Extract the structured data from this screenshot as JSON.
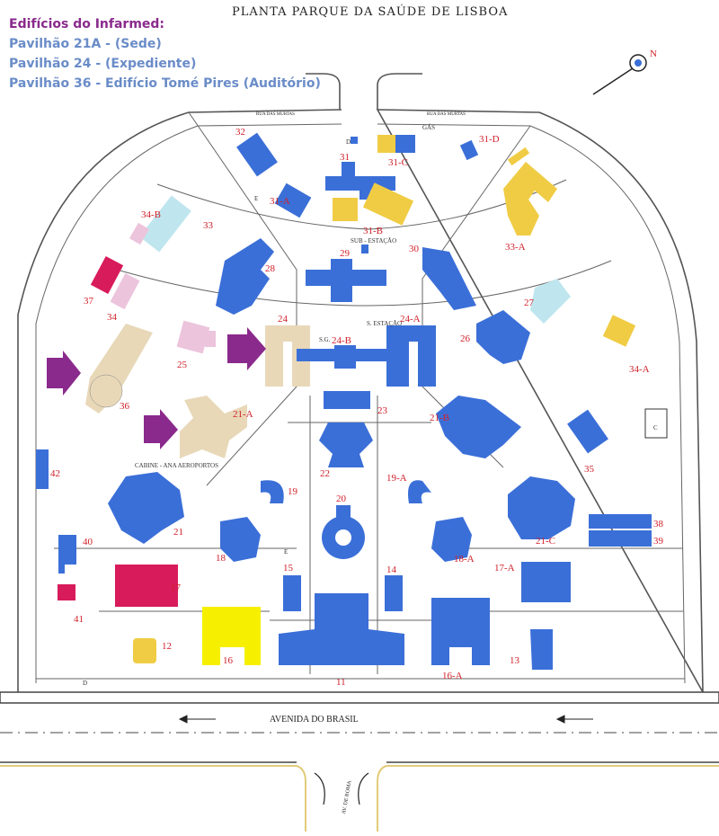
{
  "title": "PLANTA PARQUE DA SAÚDE DE LISBOA",
  "legend": {
    "heading": "Edifícios do Infarmed:",
    "items": [
      "Pavilhão 21A - (Sede)",
      "Pavilhão 24 - (Expediente)",
      "Pavilhão 36 - Edifício Tomé Pires (Auditório)"
    ]
  },
  "streets": {
    "top_left": "RUA DAS MURTAS",
    "top_right": "RUA DAS MURTAS",
    "main": "AVENIDA DO BRASIL",
    "side": "AV. DE ROMA"
  },
  "compass": "N",
  "small_labels": {
    "sub_estacao": "SUB - ESTAÇÃO",
    "sg": "S.G.",
    "s_estacao": "S. ESTAÇÃO",
    "cabine": "CABINE - ANA AEROPORTOS",
    "gas": "GÁS",
    "e1": "E",
    "e2": "E",
    "d1": "D",
    "d2": "D",
    "c": "C"
  },
  "building_labels": {
    "b32": "32",
    "b31a": "31-A",
    "b31": "31",
    "b31c": "31-C",
    "b31d": "31-D",
    "b31b": "31-B",
    "b34b": "34-B",
    "b33": "33",
    "b33a": "33-A",
    "b29": "29",
    "b30": "30",
    "b28": "28",
    "b37": "37",
    "b34": "34",
    "b27": "27",
    "b24": "24",
    "b24a": "24-A",
    "b24b": "24-B",
    "b26": "26",
    "b25": "25",
    "b34a": "34-A",
    "b36": "36",
    "b23": "23",
    "b21a": "21-A",
    "b21b": "21-B",
    "b19": "19",
    "b19a": "19-A",
    "b22": "22",
    "b35": "35",
    "b42": "42",
    "b21": "21",
    "b20": "20",
    "b21c": "21-C",
    "b38": "38",
    "b39": "39",
    "b40": "40",
    "b18": "18",
    "b15": "15",
    "b14": "14",
    "b18a": "18-A",
    "b17a": "17-A",
    "b17": "17",
    "b41": "41",
    "b12": "12",
    "b16": "16",
    "b13": "13",
    "b16a": "16-A",
    "b11": "11"
  },
  "colors": {
    "blue": "#3b6fd8",
    "yellow": "#f0cc44",
    "bright_yellow": "#f6f000",
    "beige": "#e8d8b8",
    "light_blue": "#bfe6ee",
    "pink": "#ecc4dc",
    "magenta": "#d81b5a",
    "purple_arrow": "#8a2a8c"
  }
}
